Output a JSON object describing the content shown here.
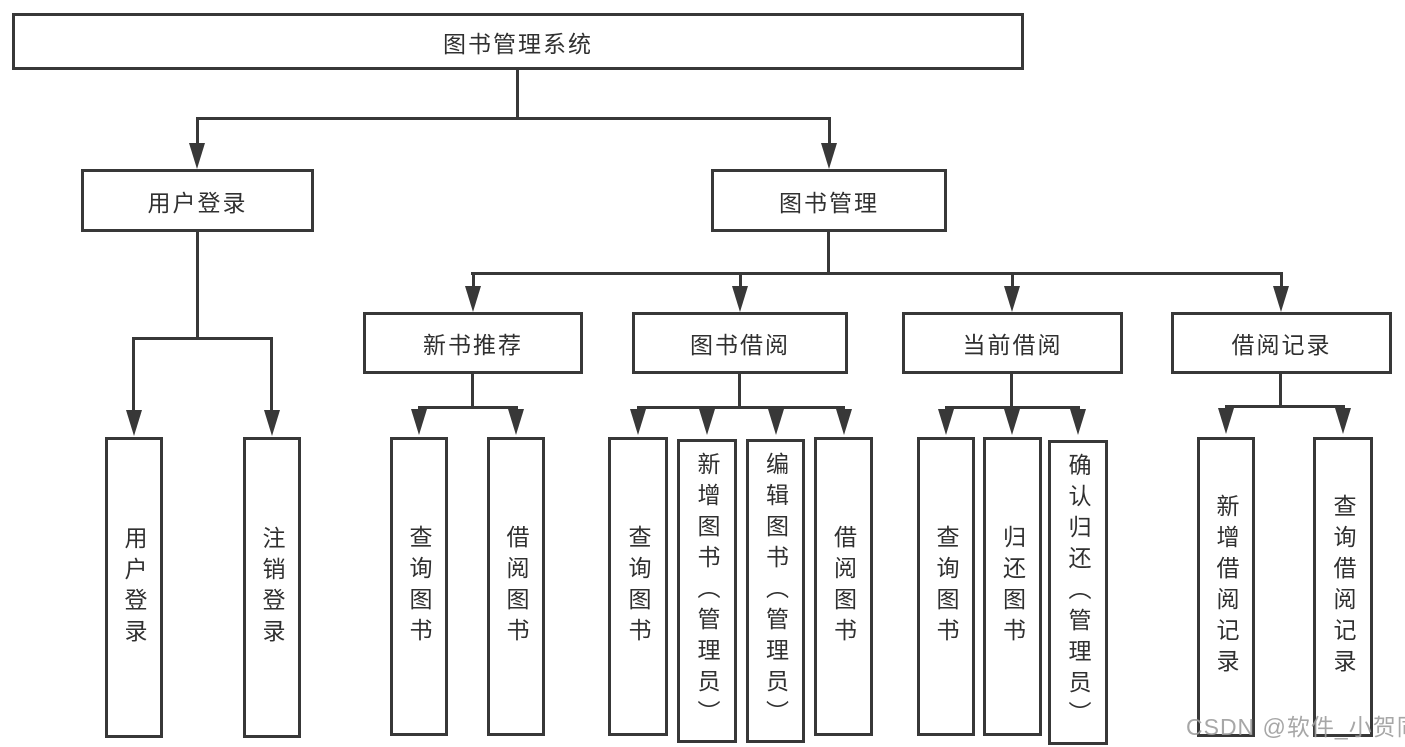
{
  "diagram": {
    "root": {
      "label": "图书管理系统"
    },
    "branches": [
      {
        "label": "用户登录",
        "leaves": [
          {
            "label": "用户登录"
          },
          {
            "label": "注销登录"
          }
        ]
      },
      {
        "label": "图书管理",
        "groups": [
          {
            "label": "新书推荐",
            "leaves": [
              {
                "label": "查询图书"
              },
              {
                "label": "借阅图书"
              }
            ]
          },
          {
            "label": "图书借阅",
            "leaves": [
              {
                "label": "查询图书"
              },
              {
                "label": "新增图书（管理员）"
              },
              {
                "label": "编辑图书（管理员）"
              },
              {
                "label": "借阅图书"
              }
            ]
          },
          {
            "label": "当前借阅",
            "leaves": [
              {
                "label": "查询图书"
              },
              {
                "label": "归还图书"
              },
              {
                "label": "确认归还（管理员）"
              }
            ]
          },
          {
            "label": "借阅记录",
            "leaves": [
              {
                "label": "新增借阅记录"
              },
              {
                "label": "查询借阅记录"
              }
            ]
          }
        ]
      }
    ]
  },
  "watermark": {
    "text": "CSDN @软件_小贺同学"
  },
  "colors": {
    "line": "#383838",
    "text": "#303030",
    "watermark": "#9e9e9e",
    "background": "#ffffff"
  }
}
